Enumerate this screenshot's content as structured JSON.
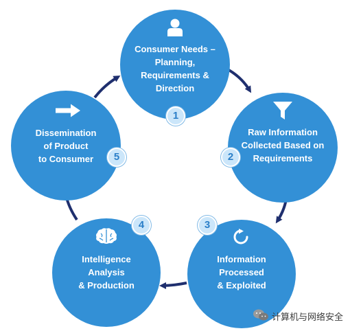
{
  "colors": {
    "circle_fill": "#3390d6",
    "arrow": "#1f2f6e",
    "badge_fill": "#cbe6fa",
    "badge_text": "#2b7fc8",
    "text": "#ffffff"
  },
  "stages": [
    {
      "number": "1",
      "label": "Consumer Needs –\nPlanning,\nRequirements &\nDirection",
      "icon": "person-icon"
    },
    {
      "number": "2",
      "label": "Raw Information\nCollected Based on\nRequirements",
      "icon": "funnel-icon"
    },
    {
      "number": "3",
      "label": "Information\nProcessed\n& Exploited",
      "icon": "refresh-icon"
    },
    {
      "number": "4",
      "label": "Intelligence\nAnalysis\n& Production",
      "icon": "brain-icon"
    },
    {
      "number": "5",
      "label": "Dissemination\nof Product\nto Consumer",
      "icon": "arrow-right-icon"
    }
  ],
  "watermark": {
    "text": "计算机与网络安全",
    "icon": "wechat-icon"
  }
}
